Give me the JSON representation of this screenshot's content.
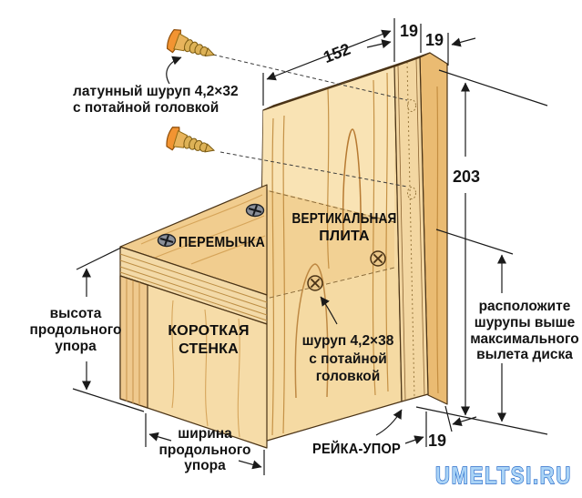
{
  "colors": {
    "background": "#ffffff",
    "wood_front": "#F5DAA3",
    "wood_front_light": "#F9E3B4",
    "wood_band": "#F1CF92",
    "wood_top": "#EDCA8E",
    "wood_side": "#EABB72",
    "wood_shelf_top": "#F1CD8F",
    "wood_wall": "#F6DCA8",
    "wood_strip": "#EFC98E",
    "outline": "#4A3316",
    "screw_head_orange": "#F29432",
    "screw_brass": "#DDB257",
    "dimension_ink": "#1a1a1a",
    "watermark_fill": "#ABD4F6",
    "watermark_stroke": "#2167C9"
  },
  "dims": {
    "plate_width": "152",
    "top_thickness_left": "19",
    "top_thickness_right": "19",
    "plate_height": "203",
    "rail_bottom_thickness": "19"
  },
  "parts": {
    "crosspiece": "ПЕРЕМЫЧКА",
    "vertical_plate": [
      "ВЕРТИКАЛЬНАЯ",
      "ПЛИТА"
    ],
    "short_wall": [
      "КОРОТКАЯ",
      "СТЕНКА"
    ],
    "rail_stop": "РЕЙКА-УПОР"
  },
  "callouts": {
    "brass_screw": [
      "латунный шуруп 4,2×32",
      "с потайной головкой"
    ],
    "mid_screw": [
      "шуруп 4,2×38",
      "с потайной",
      "головкой"
    ],
    "fence_height": [
      "высота",
      "продольного",
      "упора"
    ],
    "fence_width": [
      "ширина",
      "продольного",
      "упора"
    ],
    "place_screws": [
      "расположите",
      "шурупы выше",
      "максимального",
      "вылета диска"
    ]
  },
  "watermark": "UMELTSI.RU"
}
